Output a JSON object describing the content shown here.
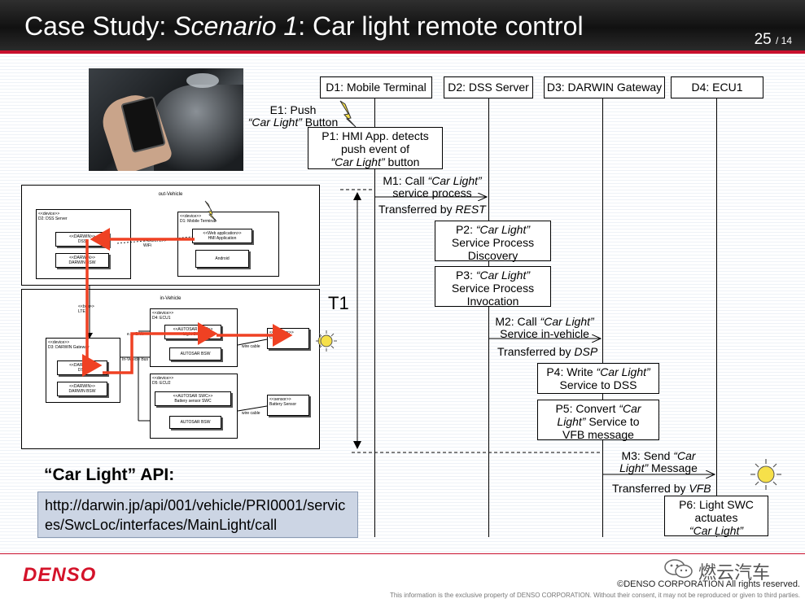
{
  "header": {
    "title_plain": "Case Study: ",
    "title_italic": "Scenario 1",
    "title_rest": ": Car light remote control",
    "page_number": "25",
    "page_total": "/ 14"
  },
  "lanes": [
    {
      "label": "D1: Mobile Terminal"
    },
    {
      "label": "D2: DSS Server"
    },
    {
      "label": "D3: DARWIN Gateway"
    },
    {
      "label": "D4: ECU1"
    }
  ],
  "event": {
    "line1": "E1: Push",
    "line2_italic": "“Car Light”",
    "line2_rest": " Button"
  },
  "steps": {
    "p1": {
      "line1": "P1: HMI App. detects",
      "line2": "push event of",
      "line3_italic": "“Car Light”",
      "line3_rest": " button"
    },
    "m1": {
      "line1_a": "M1: Call  ",
      "line1_italic": "“Car Light”",
      "line2": "service process",
      "via_a": "Transferred by ",
      "via_italic": "REST"
    },
    "p2": {
      "line1_a": "P2: ",
      "line1_italic": "“Car Light”",
      "line2": "Service Process",
      "line3": "Discovery"
    },
    "p3": {
      "line1_a": "P3: ",
      "line1_italic": "“Car Light”",
      "line2": "Service Process",
      "line3": "Invocation"
    },
    "m2": {
      "line1_a": "M2: Call ",
      "line1_italic": "“Car Light”",
      "line2": "Service in-vehicle",
      "via_a": "Transferred by ",
      "via_italic": "DSP"
    },
    "p4": {
      "line1_a": "P4: Write ",
      "line1_italic": "“Car Light”",
      "line2": "Service to DSS"
    },
    "p5": {
      "line1_a": "P5: Convert ",
      "line1_italic": "“Car",
      "line2_italic": "Light”",
      "line2_rest": " Service to",
      "line3": "VFB message"
    },
    "m3": {
      "line1_a": "M3: Send ",
      "line1_italic": "“Car",
      "line2_italic": "Light”",
      "line2_rest": " Message",
      "via_a": "Transferred by ",
      "via_italic": "VFB"
    },
    "p6": {
      "line1": "P6: Light SWC",
      "line2": "actuates",
      "line3_italic": "“Car Light”"
    }
  },
  "timing": {
    "label": "T1"
  },
  "system": {
    "out_vehicle": "out-Vehicle",
    "in_vehicle": "in-Vehicle",
    "d2_title": "<<device>>\nD2: DSS Server",
    "d2_dss": "<<DARWIN>>\nDSS",
    "d2_bsw": "<<DARWIN>>\nDARWIN BSW",
    "d1_title": "<<device>>\nD1: Mobile Terminal",
    "d1_app": "<<Web application>>\nHMI Application",
    "d1_android": "Android",
    "wifi": "<<3G/LTE>>\nWiFi",
    "bus": "<<bus>>\nLTE",
    "d3_title": "<<device>>\nD3: DARWIN Gateway",
    "d3_dss": "<<DARWIN>>\nDSS",
    "d3_bsw": "<<DARWIN>>\nDARWIN BSW",
    "can_label": "e.g. CAN",
    "invehicle_bus": "In-Vehicle Bus",
    "d4_title": "<<device>>\nD4: ECU1",
    "d4_swc": "<<AUTOSAR SWC>>\nLight SWC",
    "d4_bsw": "AUTOSAR BSW",
    "d5_title": "<<device>>\nD5: ECU2",
    "d5_swc": "<<AUTOSAR SWC>>\nBattery sensor SWC",
    "d5_bsw": "AUTOSAR BSW",
    "wire1": "wire cable",
    "wire2": "wire cable",
    "actuator": "<<actuator>>\nCar Light",
    "sensor": "<<sensor>>\nBattery Sensor"
  },
  "api": {
    "label": "“Car Light” API:",
    "url": "http://darwin.jp/api/001/vehicle/PRI0001/services/SwcLoc/interfaces/MainLight/call"
  },
  "footer": {
    "logo": "DENSO",
    "watermark": "燃云汽车",
    "copyright": "©DENSO CORPORATION All rights reserved.",
    "disclaimer": "This information is the exclusive property of DENSO CORPORATION.  Without their consent, it may not be reproduced or given to third parties."
  },
  "colors": {
    "accent_red": "#c8102e",
    "flow_arrow": "#ef4123",
    "api_box": "#ccd5e4",
    "sun": "#f6e04a"
  }
}
